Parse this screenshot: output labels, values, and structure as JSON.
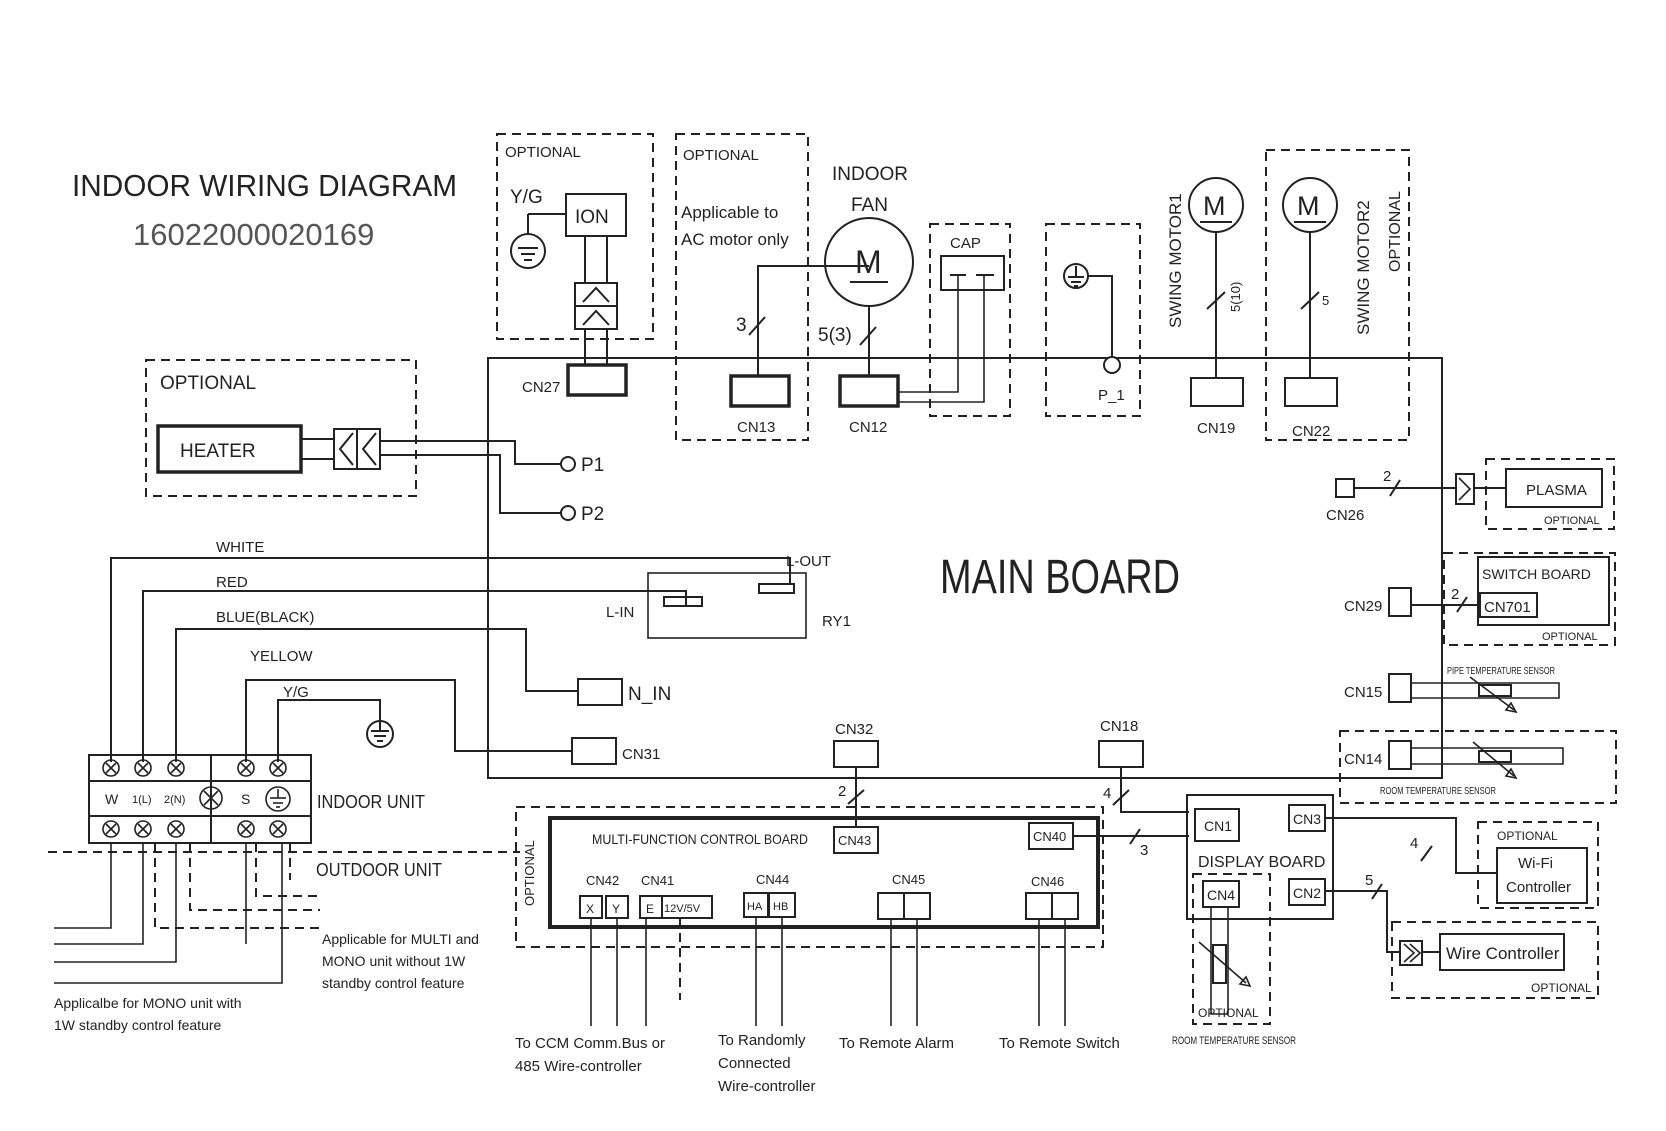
{
  "title": "INDOOR WIRING DIAGRAM",
  "code": "16022000020169",
  "main_board": "MAIN BOARD",
  "optional": "OPTIONAL",
  "heater": "HEATER",
  "yg": "Y/G",
  "ion": "ION",
  "applicable_ac": [
    "Applicable to",
    "AC motor only"
  ],
  "indoor_fan": [
    "INDOOR",
    "FAN"
  ],
  "motor_symbol": "M",
  "cap": "CAP",
  "swing_motor1": "SWING MOTOR1",
  "swing_motor2": "SWING MOTOR2",
  "p_1": "P_1",
  "connectors": {
    "cn27": "CN27",
    "cn13": "CN13",
    "cn12": "CN12",
    "cn19": "CN19",
    "cn22": "CN22",
    "cn26": "CN26",
    "cn29": "CN29",
    "cn15": "CN15",
    "cn14": "CN14",
    "cn32": "CN32",
    "cn18": "CN18",
    "cn31": "CN31",
    "cn43": "CN43",
    "cn40": "CN40",
    "cn42": "CN42",
    "cn41": "CN41",
    "cn44": "CN44",
    "cn45": "CN45",
    "cn46": "CN46",
    "cn1": "CN1",
    "cn3": "CN3",
    "cn4": "CN4",
    "cn2": "CN2",
    "cn701": "CN701"
  },
  "wire_counts": {
    "cn13": "3",
    "cn12": "5(3)",
    "swing1": "5(10)",
    "swing2": "5",
    "cn26": "2",
    "cn29": "2",
    "cn32": "2",
    "cn18": "4",
    "cn40": "3",
    "cn3": "4",
    "cn2": "5"
  },
  "p1": "P1",
  "p2": "P2",
  "wires": {
    "white": "WHITE",
    "red": "RED",
    "blue": "BLUE(BLACK)",
    "yellow": "YELLOW",
    "yg": "Y/G"
  },
  "l_out": "L-OUT",
  "l_in": "L-IN",
  "ry1": "RY1",
  "n_in": "N_IN",
  "plasma": "PLASMA",
  "switch_board": "SWITCH BOARD",
  "pipe_sensor": "PIPE TEMPERATURE SENSOR",
  "room_sensor": "ROOM TEMPERATURE SENSOR",
  "indoor_unit": "INDOOR UNIT",
  "outdoor_unit": "OUTDOOR UNIT",
  "terminal_labels": [
    "W",
    "1(L)",
    "2(N)",
    "S"
  ],
  "mfc_board": "MULTI-FUNCTION CONTROL BOARD",
  "pins": {
    "x": "X",
    "y": "Y",
    "e": "E",
    "v": "12V/5V",
    "ha": "HA",
    "hb": "HB"
  },
  "display_board": "DISPLAY BOARD",
  "wifi": [
    "Wi-Fi",
    "Controller"
  ],
  "wire_controller": "Wire Controller",
  "note_multi": [
    "Applicable for MULTI and",
    "MONO unit without 1W",
    "standby control feature"
  ],
  "note_mono": [
    "Applicalbe for MONO unit with",
    "1W standby control feature"
  ],
  "bottom_ccm": [
    "To CCM Comm.Bus or",
    "485 Wire-controller"
  ],
  "bottom_random": [
    "To Randomly",
    "Connected",
    "Wire-controller"
  ],
  "bottom_alarm": "To Remote Alarm",
  "bottom_switch": "To Remote Switch"
}
